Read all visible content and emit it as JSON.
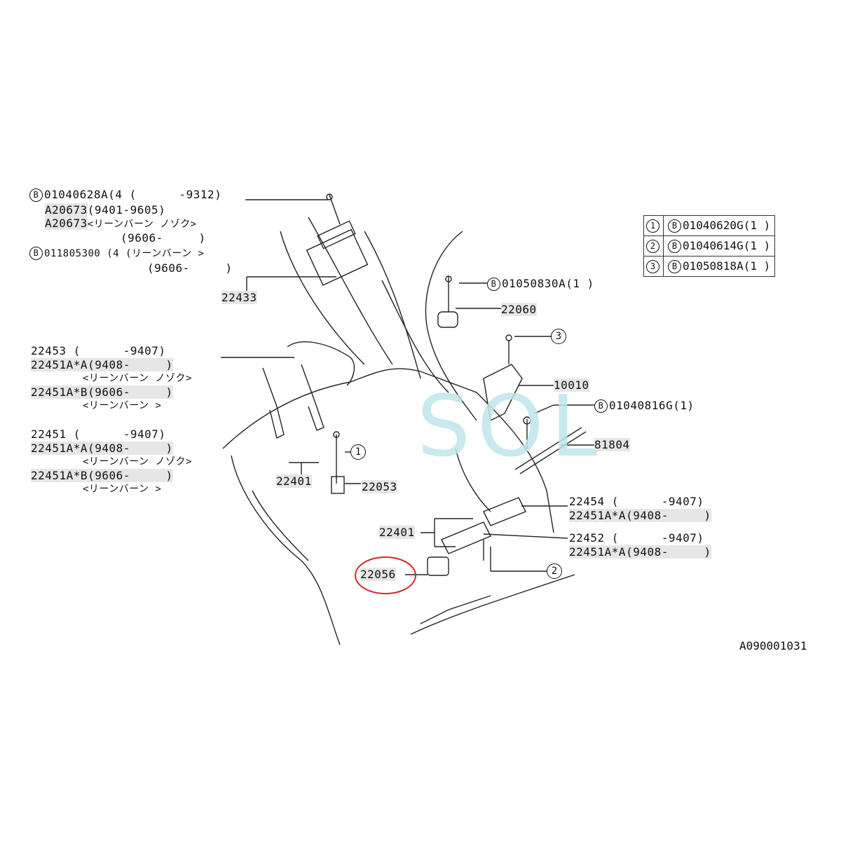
{
  "diagram": {
    "labels": {
      "bolt_b1": "01040628A(4 (      -9312)",
      "p_a20673_1": "A20673",
      "p_a20673_1_range": "(9401-9605)",
      "p_a20673_2": "A20673",
      "p_a20673_2_note": "<リーンバーン ノゾク>",
      "p_a20673_2_range": "(9606-     )",
      "bolt_b2": "011805300 (4 (リーンバーン >",
      "bolt_b2_range": "(9606-     )",
      "p_22433": "22433",
      "p_22453": "22453 (      -9407)",
      "p_22451aa_1": "22451A*A(9408-     )",
      "p_22451aa_1_note": "<リーンバーン ノゾク>",
      "p_22451ab_1": "22451A*B(9606-     )",
      "p_22451ab_1_note": "<リーンバーン >",
      "p_22451": "22451 (      -9407)",
      "p_22451aa_2": "22451A*A(9408-     )",
      "p_22451aa_2_note": "<リーンバーン ノゾク>",
      "p_22451ab_2": "22451A*B(9606-     )",
      "p_22451ab_2_note": "<リーンバーン >",
      "p_22401_left": "22401",
      "p_22053": "22053",
      "bolt_b3": "01050830A(1 )",
      "p_22060": "22060",
      "p_10010": "10010",
      "bolt_b4": "01040816G(1)",
      "p_81804": "81804",
      "p_22454": "22454 (      -9407)",
      "p_22451aa_3": "22451A*A(9408-     )",
      "p_22401_right": "22401",
      "p_22452": "22452 (      -9407)",
      "p_22451aa_4": "22451A*A(9408-     )",
      "p_22056": "22056",
      "doc_code": "A090001031",
      "watermark": "SOL"
    },
    "bolt_table": [
      {
        "num": "1",
        "part": "01040620G(1 )"
      },
      {
        "num": "2",
        "part": "01040614G(1 )"
      },
      {
        "num": "3",
        "part": "01050818A(1 )"
      }
    ],
    "refs": [
      "1",
      "2",
      "3"
    ],
    "bolt_symbol": "B",
    "highlight_color": "#d9232b"
  }
}
